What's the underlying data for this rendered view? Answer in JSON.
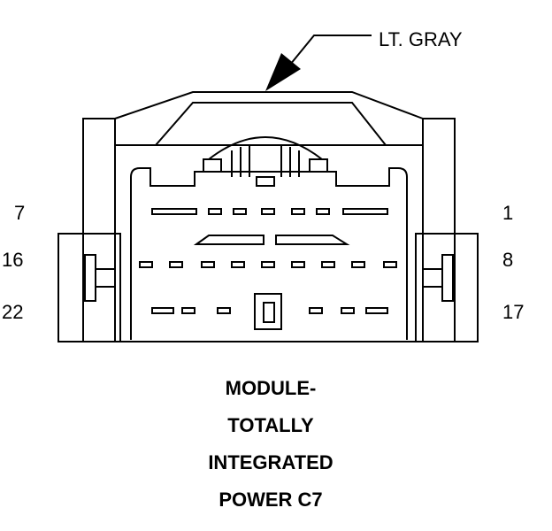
{
  "callout": {
    "color_label": "LT. GRAY"
  },
  "pin_labels": {
    "row1_left": "7",
    "row1_right": "1",
    "row2_left": "16",
    "row2_right": "8",
    "row3_left": "22",
    "row3_right": "17"
  },
  "title": {
    "line1": "MODULE-",
    "line2": "TOTALLY",
    "line3": "INTEGRATED",
    "line4": "POWER C7"
  },
  "colors": {
    "stroke": "#000000",
    "background": "#ffffff"
  },
  "rows": [
    {
      "pins": 7
    },
    {
      "pins": 9
    },
    {
      "pins": 6
    }
  ]
}
